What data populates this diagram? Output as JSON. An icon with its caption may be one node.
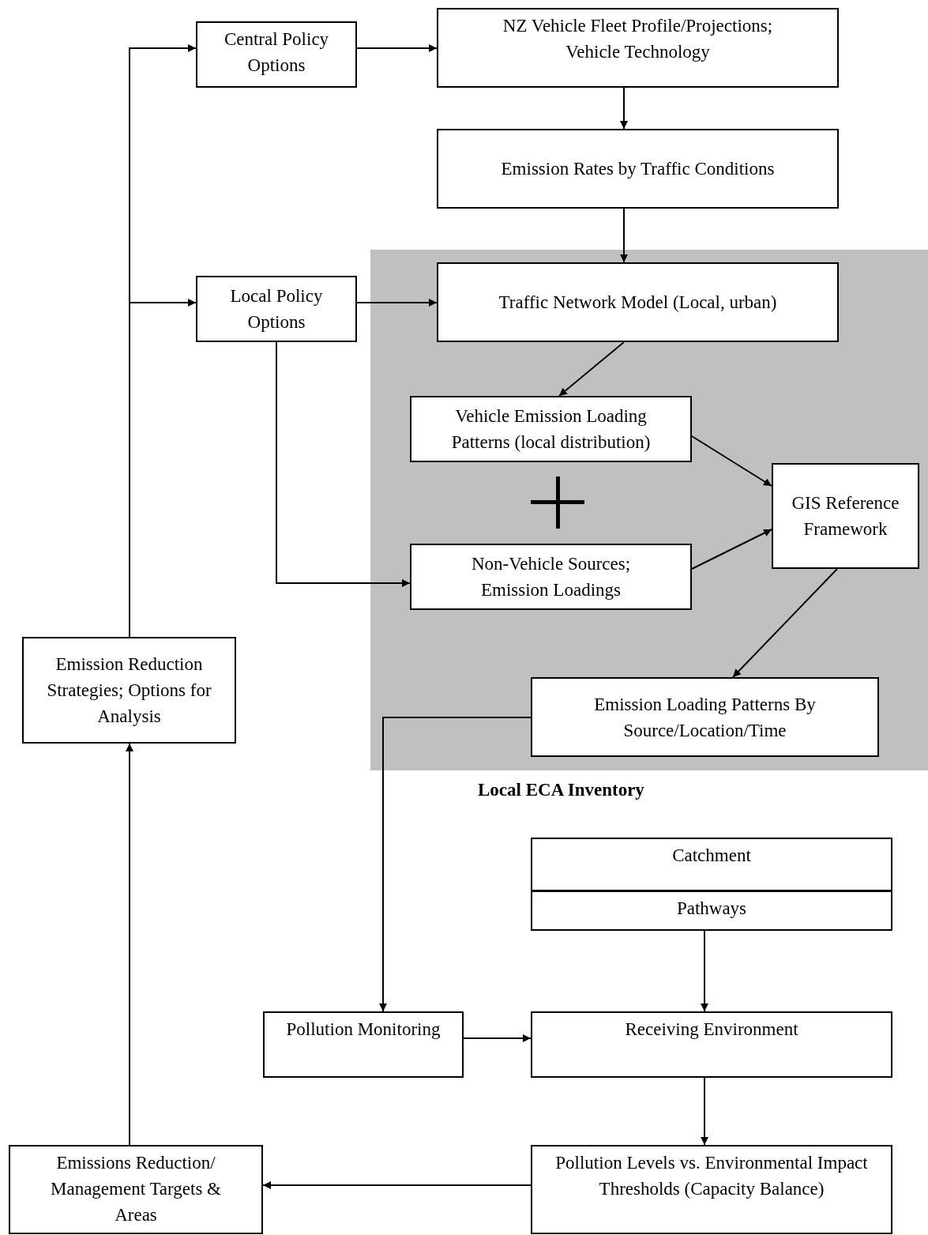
{
  "diagram": {
    "nodes": [
      {
        "text": [
          "Central Policy Options"
        ]
      },
      {
        "text": [
          "NZ Vehicle Fleet Profile/Projections; Vehicle Technology"
        ]
      },
      {
        "text": [
          "Emission Rates by Traffic Conditions"
        ]
      },
      {
        "text": [
          "Local ECA Inventory"
        ]
      },
      {
        "text": [
          "Local Policy Options"
        ]
      },
      {
        "text": [
          "Traffic Network Model (Local, urban)"
        ],
        "in": 3
      },
      {
        "text": [
          "Vehicle Emission Loading Patterns (local distribution)"
        ],
        "in": 3
      },
      {
        "text": [
          "Non-Vehicle Sources; Emission Loadings"
        ],
        "in": 3
      },
      {
        "text": [
          "GIS Reference Framework"
        ],
        "in": 3
      },
      {
        "text": [
          "Emission Loading Patterns By Source/Location/Time"
        ],
        "in": 3
      },
      {
        "text": [
          "Emission Reduction Strategies; Options for Analysis"
        ]
      },
      {
        "text": [
          "Catchment"
        ]
      },
      {
        "text": [
          "Pathways"
        ]
      },
      {
        "text": [
          "Pollution Monitoring"
        ]
      },
      {
        "text": [
          "Receiving Environment"
        ]
      },
      {
        "text": [
          "Pollution Levels vs. Environmental Impact Thresholds (Capacity Balance)"
        ]
      },
      {
        "text": [
          "Emissions Reduction/ Management Targets & Areas"
        ]
      }
    ],
    "edges": [
      {
        "from": 10,
        "to": 0,
        "arrow": "to"
      },
      {
        "from": 10,
        "to": 4,
        "arrow": "to"
      },
      {
        "from": 0,
        "to": 1,
        "arrow": "to"
      },
      {
        "from": 1,
        "to": 2,
        "arrow": "to"
      },
      {
        "from": 2,
        "to": 5,
        "arrow": "to"
      },
      {
        "from": 4,
        "to": 5,
        "arrow": "to"
      },
      {
        "from": 4,
        "to": 7,
        "arrow": "to"
      },
      {
        "from": 5,
        "to": 6,
        "arrow": "to"
      },
      {
        "from": 6,
        "to": 8,
        "arrow": "to"
      },
      {
        "from": 7,
        "to": 8,
        "arrow": "to"
      },
      {
        "from": 8,
        "to": 9,
        "arrow": "to"
      },
      {
        "from": 9,
        "to": 13,
        "arrow": "to"
      },
      {
        "from": 12,
        "to": 14,
        "arrow": "to"
      },
      {
        "from": 13,
        "to": 14,
        "arrow": "to"
      },
      {
        "from": 14,
        "to": 15,
        "arrow": "to"
      },
      {
        "from": 15,
        "to": 16,
        "arrow": "to"
      },
      {
        "from": 16,
        "to": 10,
        "arrow": "to"
      }
    ]
  }
}
